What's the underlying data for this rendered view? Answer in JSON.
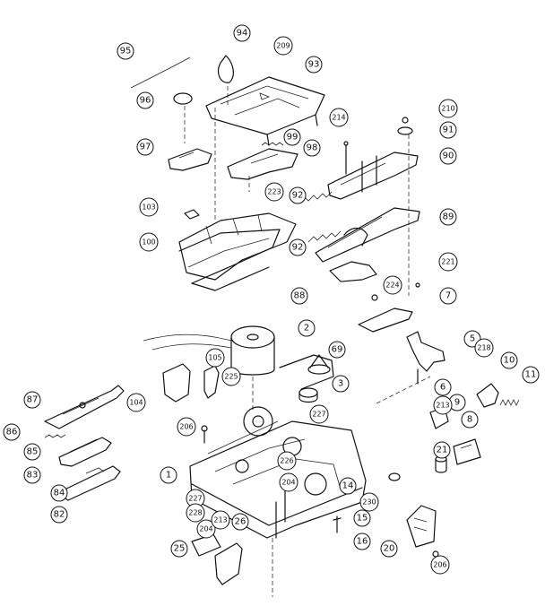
{
  "labels": [
    {
      "id": "95",
      "text": "95"
    },
    {
      "id": "94",
      "text": "94"
    },
    {
      "id": "209a",
      "text": "209"
    },
    {
      "id": "93",
      "text": "93"
    },
    {
      "id": "96",
      "text": "96"
    },
    {
      "id": "97",
      "text": "97"
    },
    {
      "id": "99",
      "text": "99"
    },
    {
      "id": "98",
      "text": "98"
    },
    {
      "id": "214",
      "text": "214"
    },
    {
      "id": "210",
      "text": "210"
    },
    {
      "id": "91",
      "text": "91"
    },
    {
      "id": "90",
      "text": "90"
    },
    {
      "id": "223",
      "text": "223"
    },
    {
      "id": "92a",
      "text": "92"
    },
    {
      "id": "103",
      "text": "103"
    },
    {
      "id": "89",
      "text": "89"
    },
    {
      "id": "100",
      "text": "100"
    },
    {
      "id": "92b",
      "text": "92"
    },
    {
      "id": "221",
      "text": "221"
    },
    {
      "id": "224",
      "text": "224"
    },
    {
      "id": "7",
      "text": "7"
    },
    {
      "id": "88",
      "text": "88"
    },
    {
      "id": "2",
      "text": "2"
    },
    {
      "id": "69",
      "text": "69"
    },
    {
      "id": "5",
      "text": "5"
    },
    {
      "id": "218",
      "text": "218"
    },
    {
      "id": "105",
      "text": "105"
    },
    {
      "id": "225",
      "text": "225"
    },
    {
      "id": "3",
      "text": "3"
    },
    {
      "id": "10",
      "text": "10"
    },
    {
      "id": "11",
      "text": "11"
    },
    {
      "id": "6",
      "text": "6"
    },
    {
      "id": "87",
      "text": "87"
    },
    {
      "id": "104",
      "text": "104"
    },
    {
      "id": "227",
      "text": "227"
    },
    {
      "id": "9",
      "text": "9"
    },
    {
      "id": "213",
      "text": "213"
    },
    {
      "id": "8",
      "text": "8"
    },
    {
      "id": "206a",
      "text": "206"
    },
    {
      "id": "86",
      "text": "86"
    },
    {
      "id": "85",
      "text": "85"
    },
    {
      "id": "21",
      "text": "21"
    },
    {
      "id": "1",
      "text": "1"
    },
    {
      "id": "226",
      "text": "226"
    },
    {
      "id": "83",
      "text": "83"
    },
    {
      "id": "204a",
      "text": "204"
    },
    {
      "id": "14",
      "text": "14"
    },
    {
      "id": "84",
      "text": "84"
    },
    {
      "id": "230",
      "text": "230"
    },
    {
      "id": "82",
      "text": "82"
    },
    {
      "id": "227b",
      "text": "227"
    },
    {
      "id": "228",
      "text": "228"
    },
    {
      "id": "15",
      "text": "15"
    },
    {
      "id": "204b",
      "text": "204"
    },
    {
      "id": "213b",
      "text": "213"
    },
    {
      "id": "26",
      "text": "26"
    },
    {
      "id": "16",
      "text": "16"
    },
    {
      "id": "25",
      "text": "25"
    },
    {
      "id": "20",
      "text": "20"
    },
    {
      "id": "206b",
      "text": "206"
    }
  ]
}
